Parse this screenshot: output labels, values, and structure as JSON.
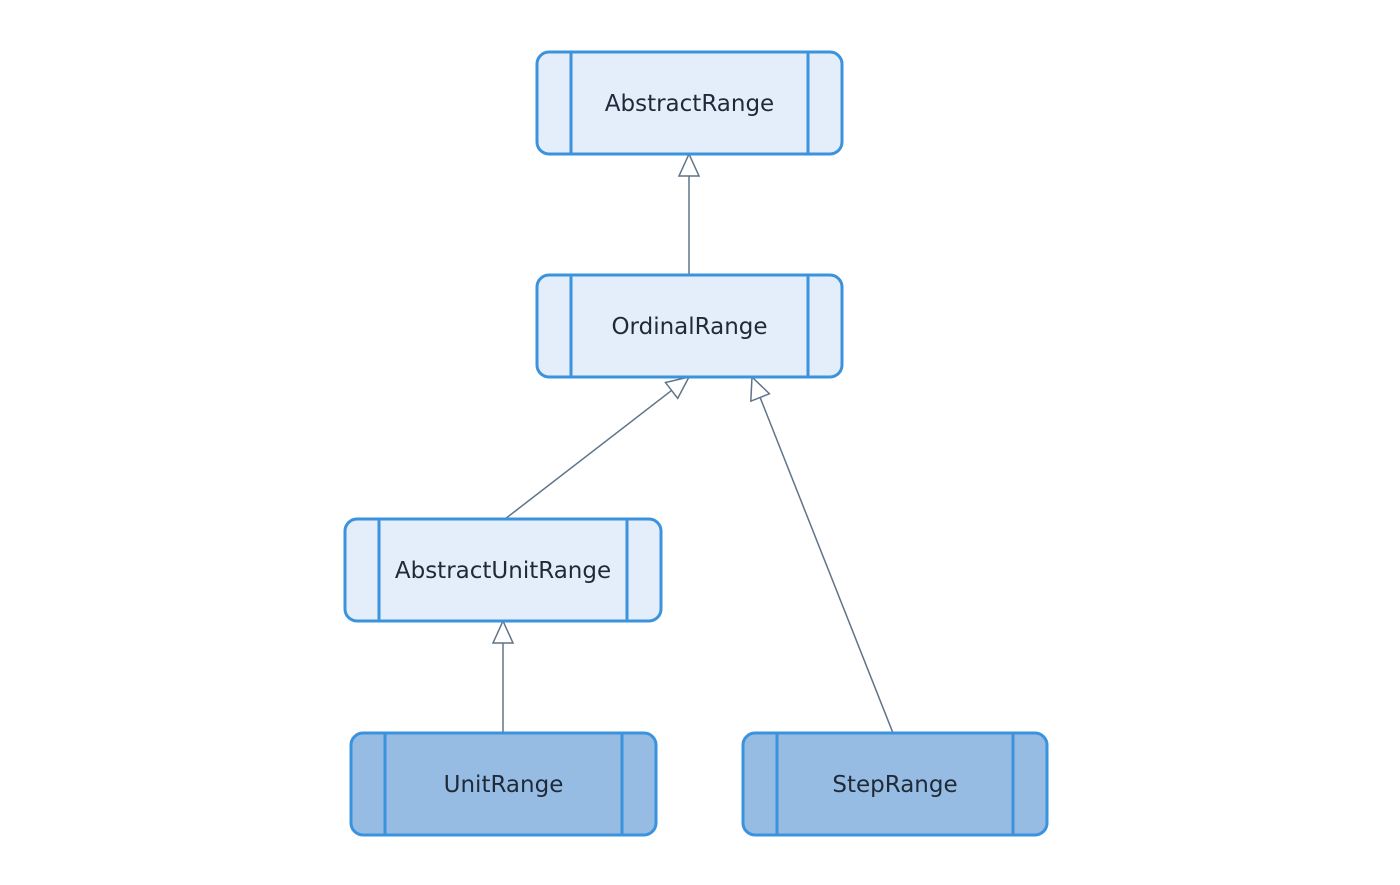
{
  "diagram": {
    "type": "class-hierarchy",
    "nodes": [
      {
        "id": "abstract-range",
        "label": "AbstractRange",
        "kind": "abstract"
      },
      {
        "id": "ordinal-range",
        "label": "OrdinalRange",
        "kind": "abstract"
      },
      {
        "id": "abstract-unit-range",
        "label": "AbstractUnitRange",
        "kind": "abstract"
      },
      {
        "id": "unit-range",
        "label": "UnitRange",
        "kind": "concrete"
      },
      {
        "id": "step-range",
        "label": "StepRange",
        "kind": "concrete"
      }
    ],
    "edges": [
      {
        "from": "ordinal-range",
        "to": "abstract-range",
        "relation": "inherits"
      },
      {
        "from": "abstract-unit-range",
        "to": "ordinal-range",
        "relation": "inherits"
      },
      {
        "from": "step-range",
        "to": "ordinal-range",
        "relation": "inherits"
      },
      {
        "from": "unit-range",
        "to": "abstract-unit-range",
        "relation": "inherits"
      }
    ],
    "colors": {
      "abstract_fill": "#e3eefa",
      "concrete_fill": "#97bce3",
      "border": "#3a93dc",
      "edge": "#5f7488"
    }
  }
}
